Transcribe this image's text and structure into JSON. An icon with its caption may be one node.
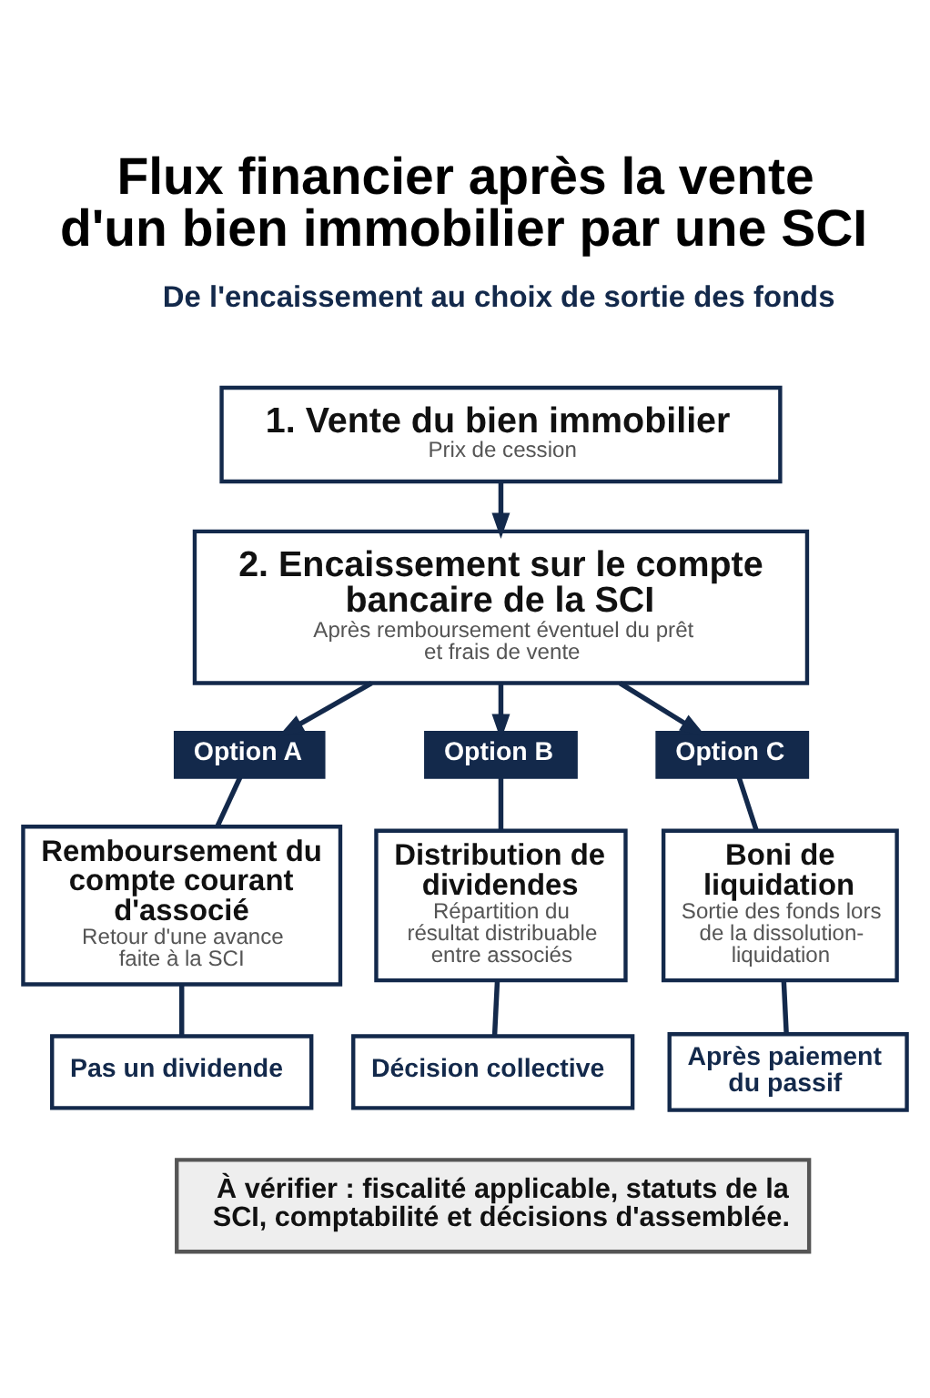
{
  "diagram": {
    "title": "Flux financier après la vente d'un bien immobilier par une SCI",
    "nodes": [
      {
        "text": [
          "1. Vente du bien immobilier",
          "Prix de cession"
        ]
      },
      {
        "text": [
          "2. Encaissement sur le compte bancaire de la SCI",
          "Après remboursement éventuel du prêt et frais de vente"
        ]
      },
      {
        "text": [
          "Option A"
        ]
      },
      {
        "text": [
          "Option B"
        ]
      },
      {
        "text": [
          "Option C"
        ]
      },
      {
        "text": [
          "Remboursement du compte courant d'associé",
          "Retour d'une avance faite à la SCI"
        ]
      },
      {
        "text": [
          "Distribution de dividendes",
          "Répartition du résultat distribuable entre associés"
        ]
      },
      {
        "text": [
          "Boni de liquidation",
          "Sortie des fonds lors de la dissolution-liquidation"
        ]
      },
      {
        "text": [
          "Pas un dividende"
        ]
      },
      {
        "text": [
          "Décision collective"
        ]
      },
      {
        "text": [
          "Après paiement du passif"
        ]
      },
      {
        "text": [
          "À vérifier : fiscalité applicable, statuts de la SCI, comptabilité et décisions d'assemblée."
        ]
      }
    ],
    "edges": [
      {
        "from": 0,
        "to": 1,
        "arrow": "to"
      },
      {
        "from": 1,
        "to": 2,
        "arrow": "to"
      },
      {
        "from": 1,
        "to": 3,
        "arrow": "to"
      },
      {
        "from": 1,
        "to": 4,
        "arrow": "to"
      },
      {
        "from": 2,
        "to": 5,
        "arrow": "none"
      },
      {
        "from": 3,
        "to": 6,
        "arrow": "none"
      },
      {
        "from": 4,
        "to": 7,
        "arrow": "none"
      },
      {
        "from": 5,
        "to": 8,
        "arrow": "none"
      },
      {
        "from": 6,
        "to": 9,
        "arrow": "none"
      },
      {
        "from": 7,
        "to": 10,
        "arrow": "none"
      }
    ],
    "labels": [
      "De l'encaissement au choix de sortie des fonds"
    ]
  }
}
